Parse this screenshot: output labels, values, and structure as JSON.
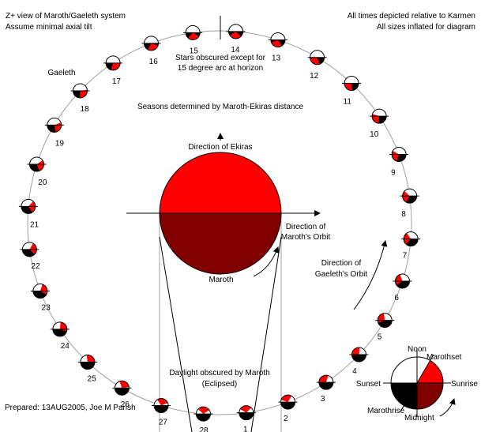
{
  "header": {
    "view_line1": "Z+ view of Maroth/Gaeleth system",
    "view_line2": "Assume minimal axial tilt",
    "times_line1": "All times depicted relative to Karmen",
    "times_line2": "All sizes inflated for diagram"
  },
  "notes": {
    "stars_line1": "Stars obscured except for",
    "stars_line2": "15 degree arc at horizon",
    "seasons": "Seasons determined by Maroth-Ekiras distance",
    "ekiras": "Direction of Ekiras",
    "orbit_line1": "Direction of",
    "orbit_line2": "Maroth's Orbit",
    "gaeleth_orbit_line1": "Direction of",
    "gaeleth_orbit_line2": "Gaeleth's Orbit",
    "daylight_line1": "Daylight obscured by Maroth",
    "daylight_line2": "(Eclipsed)",
    "prepared": "Prepared:  13AUG2005, Joe M Parish"
  },
  "planet": {
    "name": "Maroth",
    "day_color": "#ff0000",
    "night_color": "#800000"
  },
  "moon": {
    "name": "Gaeleth"
  },
  "positions": [
    "1",
    "2",
    "3",
    "4",
    "5",
    "6",
    "7",
    "8",
    "9",
    "10",
    "11",
    "12",
    "13",
    "14",
    "15",
    "16",
    "17",
    "18",
    "19",
    "20",
    "21",
    "22",
    "23",
    "24",
    "25",
    "26",
    "27",
    "28"
  ],
  "legend": {
    "noon": "Noon",
    "marothset": "Marothset",
    "sunset": "Sunset",
    "sunrise": "Sunrise",
    "marothrise": "Marothrise",
    "midnight": "Midnight"
  },
  "colors": {
    "red": "#ff0000",
    "dark_red": "#800000",
    "black": "#000000",
    "orbit": "#a0a0a0"
  }
}
